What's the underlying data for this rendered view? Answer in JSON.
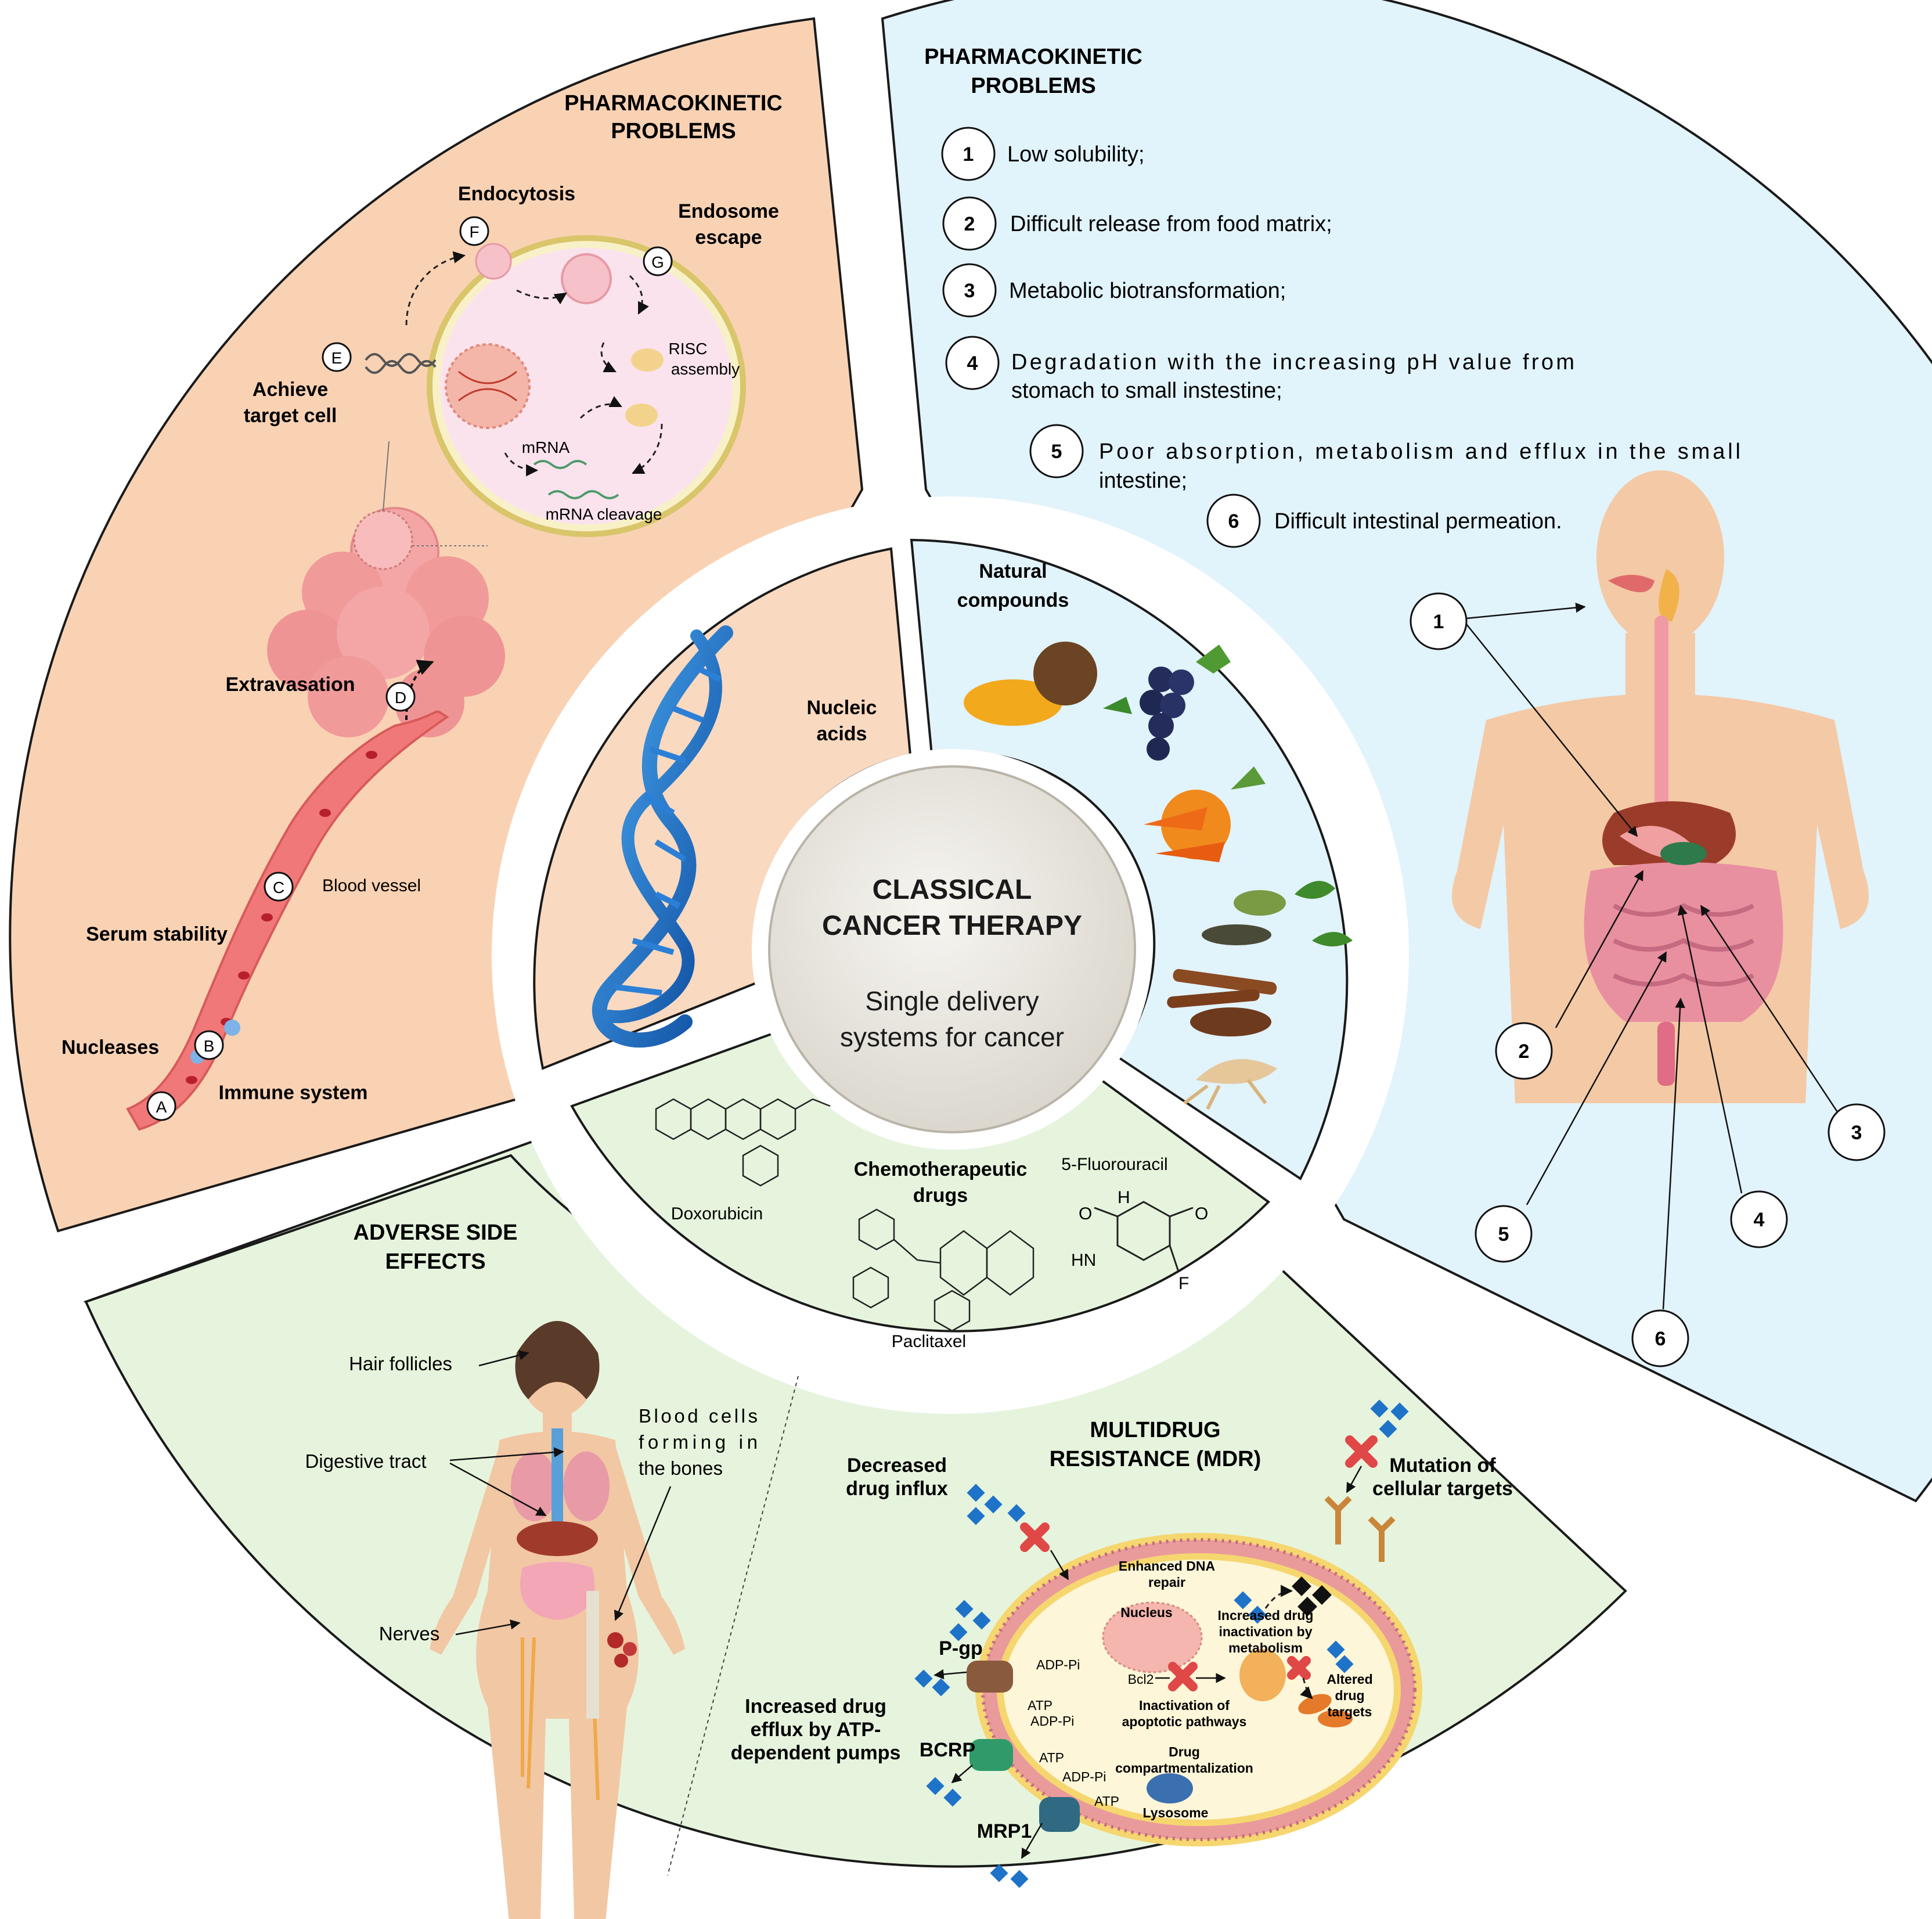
{
  "center": {
    "title_line1": "CLASSICAL",
    "title_line2": "CANCER THERAPY",
    "subtitle_line1": "Single delivery",
    "subtitle_line2": "systems for cancer"
  },
  "inner_ring": {
    "nucleic_acids_line1": "Nucleic",
    "nucleic_acids_line2": "acids",
    "natural_compounds_line1": "Natural",
    "natural_compounds_line2": "compounds",
    "chemo_line1": "Chemotherapeutic",
    "chemo_line2": "drugs",
    "doxorubicin": "Doxorubicin",
    "paclitaxel": "Paclitaxel",
    "fluorouracil": "5-Fluorouracil"
  },
  "pk_nucleic": {
    "title_line1": "PHARMACOKINETIC",
    "title_line2": "PROBLEMS",
    "endocytosis": "Endocytosis",
    "endosome_escape_line1": "Endosome",
    "endosome_escape_line2": "escape",
    "achieve_line1": "Achieve",
    "achieve_line2": "target cell",
    "risc_line1": "RISC",
    "risc_line2": "assembly",
    "mrna": "mRNA",
    "mrna_cleavage": "mRNA cleavage",
    "extravasation": "Extravasation",
    "blood_vessel": "Blood vessel",
    "serum_stability": "Serum stability",
    "nucleases": "Nucleases",
    "immune_system": "Immune system",
    "markers": [
      "A",
      "B",
      "C",
      "D",
      "E",
      "F",
      "G"
    ]
  },
  "pk_natural": {
    "title_line1": "PHARMACOKINETIC",
    "title_line2": "PROBLEMS",
    "items": [
      {
        "num": "1",
        "line1": "Low solubility;",
        "line2": ""
      },
      {
        "num": "2",
        "line1": "Difficult release from food matrix;",
        "line2": ""
      },
      {
        "num": "3",
        "line1": "Metabolic biotransformation;",
        "line2": ""
      },
      {
        "num": "4",
        "line1": "Degradation with the increasing pH value from",
        "line2": "stomach to small instestine;"
      },
      {
        "num": "5",
        "line1": "Poor absorption, metabolism and efflux in the small",
        "line2": "intestine;"
      },
      {
        "num": "6",
        "line1": "Difficult intestinal permeation.",
        "line2": ""
      }
    ],
    "body_markers": [
      "1",
      "2",
      "3",
      "4",
      "5",
      "6"
    ]
  },
  "adverse": {
    "title_line1": "ADVERSE SIDE",
    "title_line2": "EFFECTS",
    "hair": "Hair follicles",
    "digestive": "Digestive tract",
    "blood_line1": "Blood cells",
    "blood_line2": "forming in",
    "blood_line3": "the bones",
    "nerves": "Nerves"
  },
  "mdr": {
    "title_line1": "MULTIDRUG",
    "title_line2": "RESISTANCE (MDR)",
    "decreased_line1": "Decreased",
    "decreased_line2": "drug influx",
    "mutation_line1": "Mutation of",
    "mutation_line2": "cellular targets",
    "dna_repair_line1": "Enhanced DNA",
    "dna_repair_line2": "repair",
    "nucleus": "Nucleus",
    "inactivation_metab_line1": "Increased drug",
    "inactivation_metab_line2": "inactivation by",
    "inactivation_metab_line3": "metabolism",
    "bcl2": "Bcl2",
    "apoptotic_line1": "Inactivation of",
    "apoptotic_line2": "apoptotic pathways",
    "altered_line1": "Altered",
    "altered_line2": "drug",
    "altered_line3": "targets",
    "compartment_line1": "Drug",
    "compartment_line2": "compartmentalization",
    "lysosome": "Lysosome",
    "pgp": "P-gp",
    "bcrp": "BCRP",
    "mrp1": "MRP1",
    "efflux_line1": "Increased drug",
    "efflux_line2": "efflux by ATP-",
    "efflux_line3": "dependent pumps",
    "atp": "ATP",
    "adp": "ADP-Pi"
  },
  "colors": {
    "peach": "#f9d2b4",
    "blue": "#e1f3fb",
    "green": "#e6f4dd",
    "border": "#1a1a1a",
    "center": "#efece6"
  }
}
